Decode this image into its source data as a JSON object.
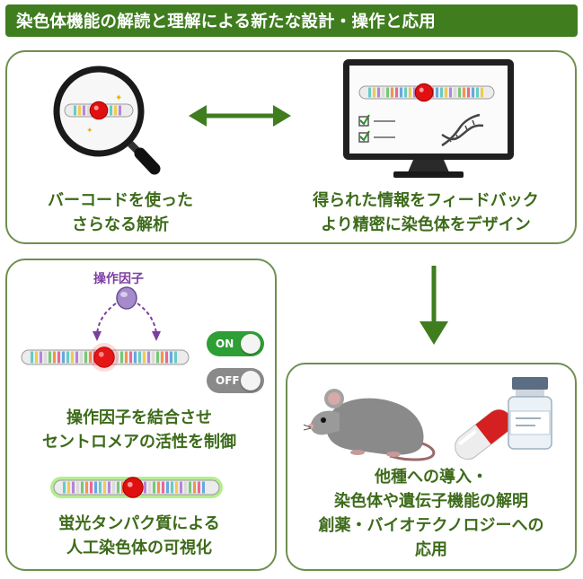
{
  "banner": {
    "title": "染色体機能の解読と理解による新たな設計・操作と応用"
  },
  "top_panel": {
    "left_caption": [
      "バーコードを使った",
      "さらなる解析"
    ],
    "right_caption": [
      "得られた情報をフィードバック",
      "より精密に染色体をデザイン"
    ]
  },
  "left_panel": {
    "factor_label": "操作因子",
    "toggle_on": "ON",
    "toggle_off": "OFF",
    "caption1": [
      "操作因子を結合させ",
      "セントロメアの活性を制御"
    ],
    "caption2": [
      "蛍光タンパク質による",
      "人工染色体の可視化"
    ]
  },
  "right_panel": {
    "caption": [
      "他種への導入・",
      "染色体や遺伝子機能の解明",
      "創薬・バイオテクノロジーへの",
      "応用"
    ]
  },
  "colors": {
    "banner": "#3f7d1f",
    "panel_border": "#6e8f4e",
    "caption_text": "#3d6b1a",
    "arrow": "#3f7d1f",
    "factor": "#7b3fa0",
    "centromere": "#e01010"
  }
}
